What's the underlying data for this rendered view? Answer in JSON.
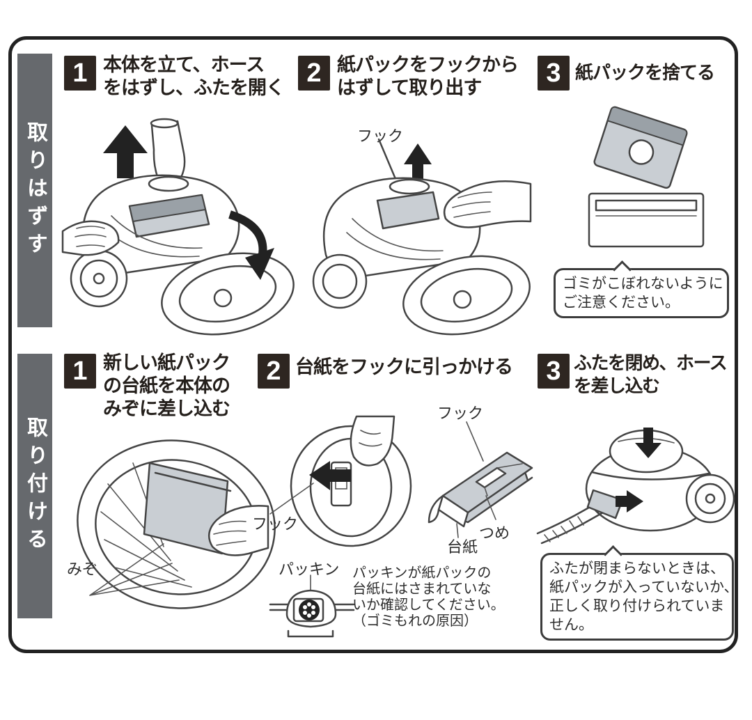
{
  "colors": {
    "sidebar": "#66696d",
    "badge": "#2e2621",
    "line_art": "#444444",
    "pack_fill": "#c9ced3",
    "text": "#241f1b"
  },
  "sections": [
    {
      "id": "remove",
      "side_label": "取りはずす",
      "steps": [
        {
          "num": "1",
          "lines": [
            "本体を立て、ホース",
            "をはずし、ふたを開く"
          ]
        },
        {
          "num": "2",
          "lines": [
            "紙パックをフックから",
            "はずして取り出す"
          ]
        },
        {
          "num": "3",
          "lines": [
            "紙パックを捨てる"
          ]
        }
      ],
      "hook_label": "フック",
      "note_lines": [
        "ゴミがこぼれないように",
        "ご注意ください。"
      ]
    },
    {
      "id": "attach",
      "side_label": "取り付ける",
      "steps": [
        {
          "num": "1",
          "lines": [
            "新しい紙パック",
            "の台紙を本体の",
            "みぞに差し込む"
          ]
        },
        {
          "num": "2",
          "lines": [
            "台紙をフックに引っかける"
          ]
        },
        {
          "num": "3",
          "lines": [
            "ふたを閉め、ホース",
            "を差し込む"
          ]
        }
      ],
      "labels": {
        "mizo": "みぞ",
        "hook_left": "フック",
        "hook_detail": "フック",
        "tsume": "つめ",
        "daishi": "台紙",
        "packing": "パッキン"
      },
      "packing_note_lines": [
        "パッキンが紙パックの",
        "台紙にはさまれていな",
        "いか確認してください。",
        "（ゴミもれの原因）"
      ],
      "note_lines": [
        "ふたが閉まらないときは、",
        "紙パックが入っていないか、",
        "正しく取り付けられていま",
        "せん。"
      ]
    }
  ]
}
